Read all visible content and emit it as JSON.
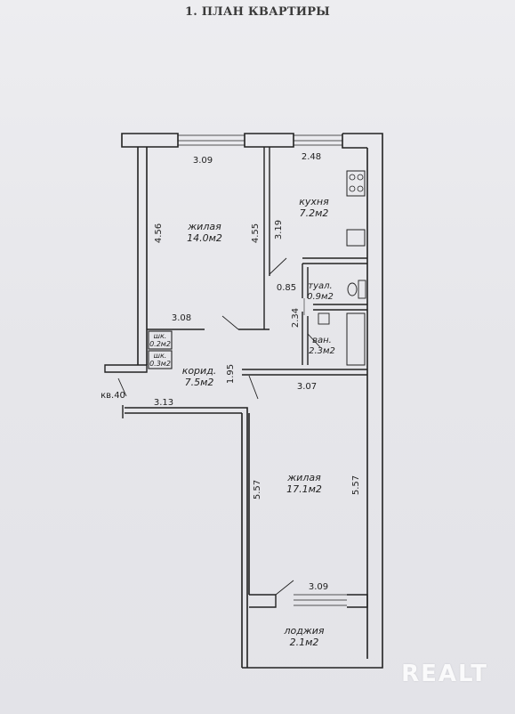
{
  "title": "1. ПЛАН КВАРТИРЫ",
  "watermark": "REALT",
  "rooms": {
    "living1": {
      "name": "жилая",
      "area": "14.0м2"
    },
    "kitchen": {
      "name": "кухня",
      "area": "7.2м2"
    },
    "toilet": {
      "name": "туал.",
      "area": "0.9м2"
    },
    "bath": {
      "name": "ван.",
      "area": "2.3м2"
    },
    "closet1": {
      "name": "шк.",
      "area": "0.2м2"
    },
    "closet2": {
      "name": "шк.",
      "area": "0.3м2"
    },
    "corridor": {
      "name": "корид.",
      "area": "7.5м2"
    },
    "living2": {
      "name": "жилая",
      "area": "17.1м2"
    },
    "loggia": {
      "name": "лоджия",
      "area": "2.1м2"
    }
  },
  "dims": {
    "d309_top": "3.09",
    "d248": "2.48",
    "d456": "4.56",
    "d455": "4.55",
    "d319": "3.19",
    "d085": "0.85",
    "d234": "2.34",
    "d308": "3.08",
    "d195": "1.95",
    "d307": "3.07",
    "d313": "3.13",
    "d040": "кв.40",
    "d557_left": "5.57",
    "d557_right": "5.57",
    "d309_bottom": "3.09"
  }
}
